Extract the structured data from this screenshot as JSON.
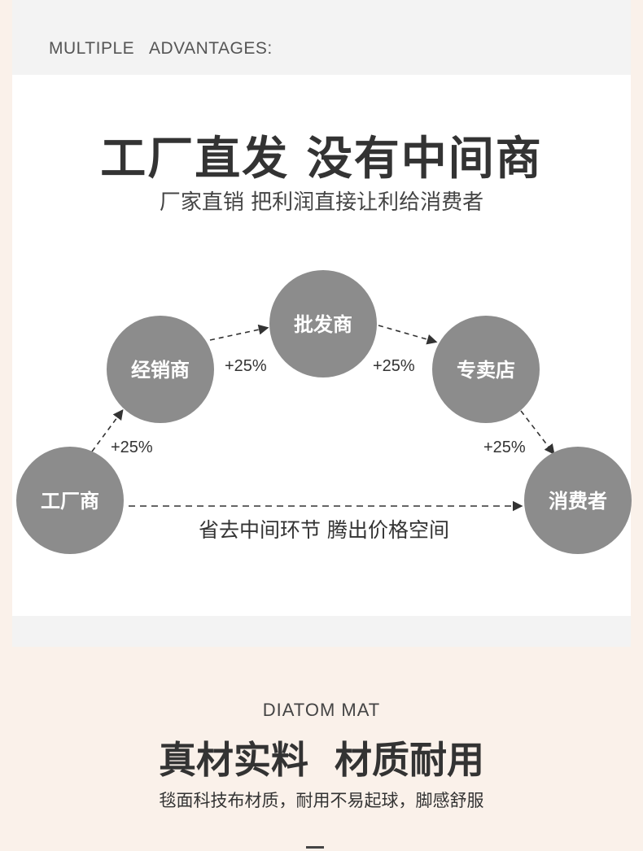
{
  "header": {
    "caption": "MULTIPLE   ADVANTAGES:"
  },
  "headline": "工厂直发 没有中间商",
  "subline": "厂家直销 把利润直接让利给消费者",
  "diagram": {
    "nodes": {
      "factory": "工厂商",
      "distributor": "经销商",
      "wholesaler": "批发商",
      "store": "专卖店",
      "consumer": "消费者"
    },
    "edges": {
      "factory_distributor": "+25%",
      "distributor_wholesaler": "+25%",
      "wholesaler_store": "+25%",
      "store_consumer": "+25%"
    },
    "direct_note": "省去中间环节 腾出价格空间",
    "colors": {
      "node": "#8c8c8c",
      "arrow": "#333333"
    }
  },
  "section2": {
    "caption": "DIATOM MAT",
    "title": "真材实料  材质耐用",
    "subtitle": "毯面科技布材质，耐用不易起球，脚感舒服"
  }
}
